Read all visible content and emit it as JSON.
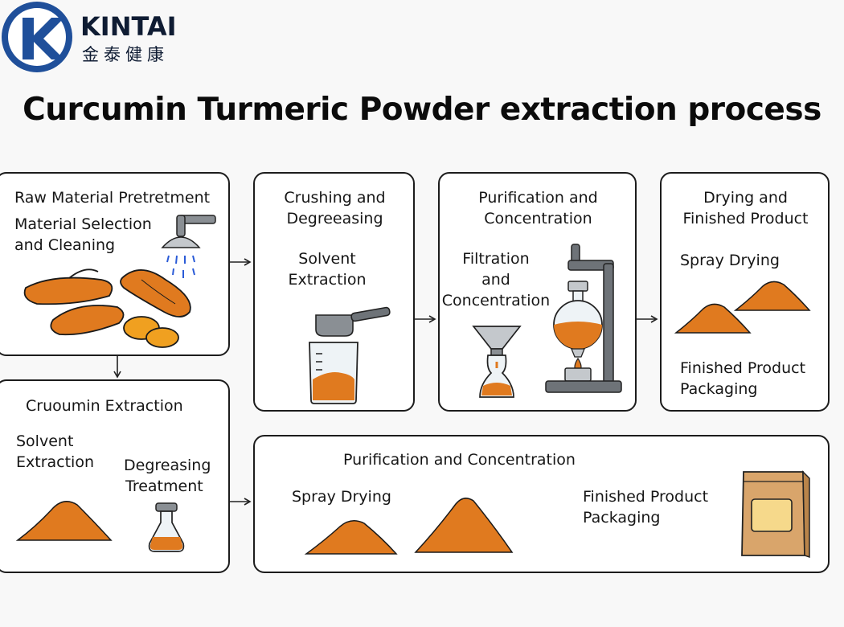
{
  "brand": {
    "name": "KINTAI",
    "name_zh": "金泰健康"
  },
  "title": "Curcumin Turmeric Powder extraction process",
  "colors": {
    "turmeric": "#e07a1f",
    "brand": "#1f4f9a",
    "steel": "#6e7378",
    "kraft": "#d9a56b"
  },
  "steps": [
    {
      "heading": "Raw Material Pretretment",
      "sub_lines": [
        "Material Selection",
        "and Cleaning"
      ]
    },
    {
      "heading_lines": [
        "Crushing and",
        "Degreeasing"
      ],
      "sub_lines": [
        "Solvent",
        "Extraction"
      ]
    },
    {
      "heading_lines": [
        "Purification and",
        "Concentration"
      ],
      "sub_lines": [
        "Filtration",
        "and",
        "Concentration"
      ]
    },
    {
      "heading_lines": [
        "Drying and",
        "Finished Product"
      ],
      "sub": "Spray Drying",
      "sub2_lines": [
        "Finished Product",
        "Packaging"
      ]
    },
    {
      "heading": "Cruoumin Extraction",
      "sub_lines": [
        "Solvent",
        "Extraction"
      ],
      "sub2_lines": [
        "Degreasing",
        "Treatment"
      ]
    },
    {
      "heading": "Purification and Concentration",
      "sub": "Spray Drying",
      "sub2_lines": [
        "Finished Product",
        "Packaging"
      ]
    }
  ]
}
